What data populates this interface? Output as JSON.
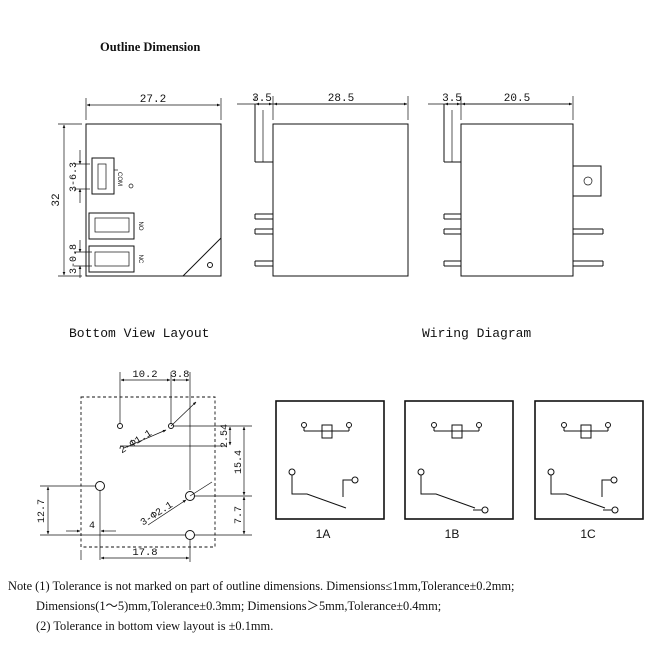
{
  "title": "Outline Dimension",
  "outline": {
    "front": {
      "width": "27.2",
      "height": "32",
      "com_pin": "3-6.3",
      "pin": "3-0.8",
      "labels": {
        "com": "COM",
        "no": "NO",
        "nc": "NC"
      }
    },
    "side_a": {
      "offset": "3.5",
      "width": "28.5"
    },
    "side_b": {
      "offset": "3.5",
      "width": "20.5"
    }
  },
  "bottom_view": {
    "title": "Bottom View Layout",
    "dims": {
      "top_a": "10.2",
      "top_b": "3.8",
      "hole_small": "2-Φ1.1",
      "hole_large": "3-Φ2.1",
      "right_a": "2.54",
      "right_b": "15.4",
      "right_c": "7.7",
      "left_height": "12.7",
      "left_small": "4",
      "bottom_width": "17.8"
    }
  },
  "wiring": {
    "title": "Wiring Diagram",
    "variants": [
      {
        "label": "1A"
      },
      {
        "label": "1B"
      },
      {
        "label": "1C"
      }
    ]
  },
  "notes": [
    "Note (1) Tolerance is not marked on part of outline dimensions. Dimensions≤1mm,Tolerance±0.2mm;",
    "Dimensions(1～5)mm,Tolerance±0.3mm;   Dimensions＞5mm,Tolerance±0.4mm;",
    "(2) Tolerance in bottom view layout is ±0.1mm."
  ]
}
